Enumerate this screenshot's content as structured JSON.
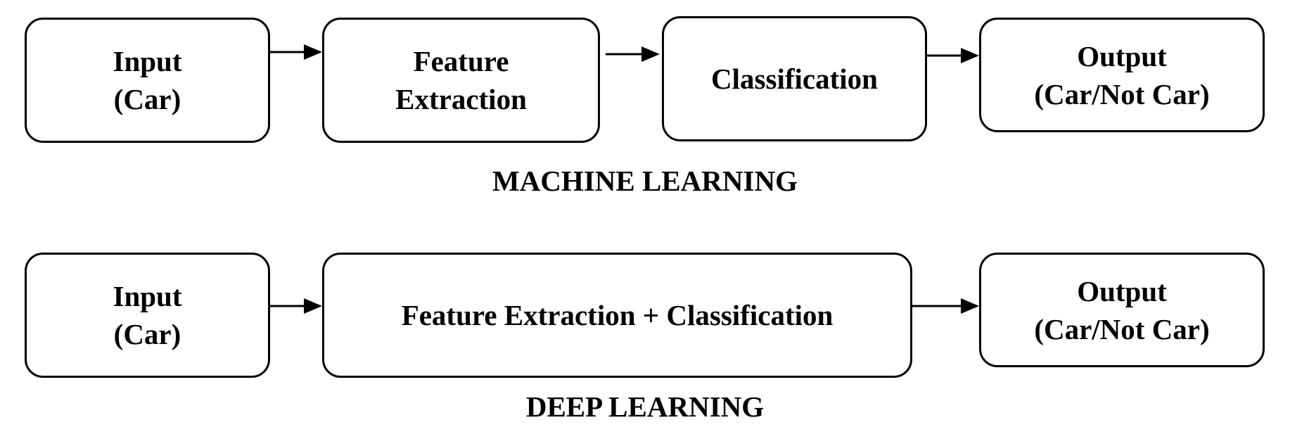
{
  "machine_learning": {
    "title": "MACHINE LEARNING",
    "steps": [
      {
        "label": "Input\n(Car)"
      },
      {
        "label": "Feature\nExtraction"
      },
      {
        "label": "Classification"
      },
      {
        "label": "Output\n(Car/Not Car)"
      }
    ]
  },
  "deep_learning": {
    "title": "DEEP LEARNING",
    "steps": [
      {
        "label": "Input\n(Car)"
      },
      {
        "label": "Feature Extraction + Classification"
      },
      {
        "label": "Output\n(Car/Not Car)"
      }
    ]
  },
  "colors": {
    "stroke": "#000000",
    "background": "#ffffff"
  }
}
